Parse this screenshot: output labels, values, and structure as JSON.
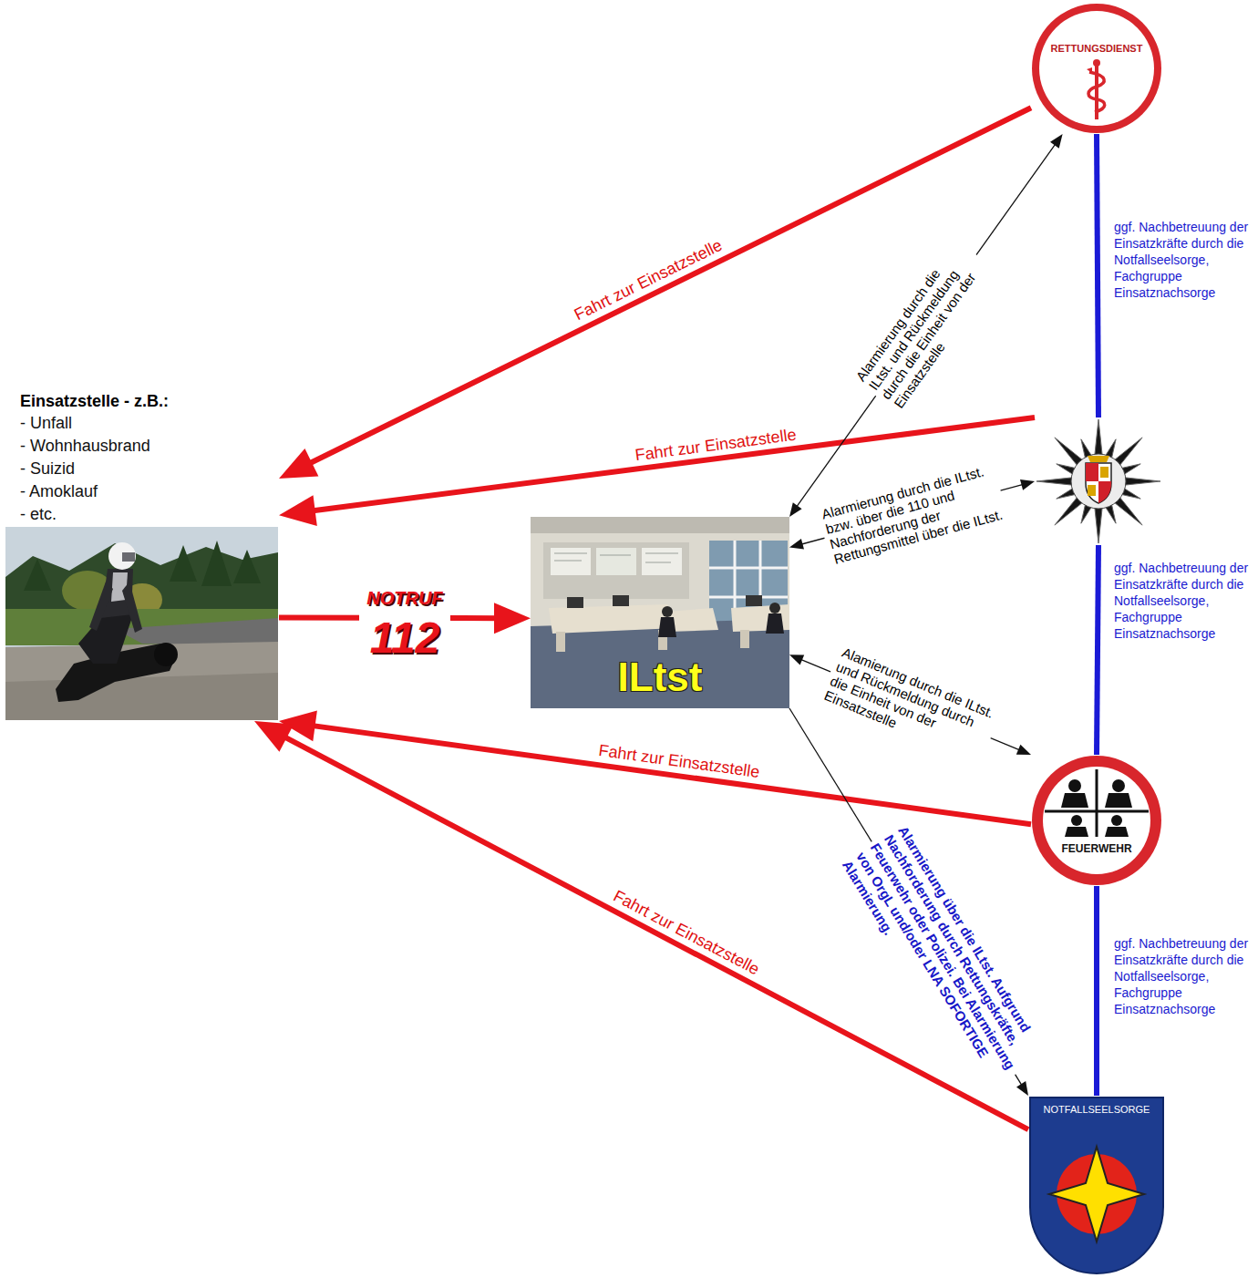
{
  "diagram": {
    "nodes": [
      {
        "text": [
          "Einsatzstelle - z.B.:",
          "- Unfall",
          "- Wohnhausbrand",
          "- Suizid",
          "- Amoklauf",
          "- etc."
        ]
      },
      {
        "text": [
          "ILtst"
        ]
      },
      {
        "text": [
          "RETTUNGSDIENST"
        ]
      },
      {
        "text": []
      },
      {
        "text": [
          "FEUERWEHR"
        ]
      },
      {
        "text": [
          "NOTFALLSEELSORGE"
        ]
      }
    ],
    "edges": [
      {
        "from": 0,
        "to": 1,
        "arrow": "to",
        "label": "NOTRUF 112"
      },
      {
        "from": 2,
        "to": 0,
        "arrow": "to",
        "label": "Fahrt zur Einsatzstelle"
      },
      {
        "from": 3,
        "to": 0,
        "arrow": "to",
        "label": "Fahrt zur Einsatzstelle"
      },
      {
        "from": 4,
        "to": 0,
        "arrow": "to",
        "label": "Fahrt zur Einsatzstelle"
      },
      {
        "from": 5,
        "to": 0,
        "arrow": "to",
        "label": "Fahrt zur Einsatzstelle"
      },
      {
        "from": 1,
        "to": 2,
        "arrow": "both",
        "label": "Alarmierung durch die ILtst. und Rückmeldung durch die Einheit von der Einsatzstelle"
      },
      {
        "from": 1,
        "to": 3,
        "arrow": "both",
        "label": "Alarmierung durch die ILtst. bzw. über die 110 und Nachforderung der Rettungsmittel über die ILtst."
      },
      {
        "from": 1,
        "to": 4,
        "arrow": "both",
        "label": "Alamierung durch die ILtst. und Rückmeldung durch die Einheit von der Einsatzstelle"
      },
      {
        "from": 1,
        "to": 5,
        "arrow": "to",
        "label": "Alarmierung über die ILtst. Aufgrund Nachforderung durch Rettungskräfte, Feuerwehr oder Polizei. Bei Alarmierung von OrgL und/oder LNA SOFORTIGE Alarmierung."
      },
      {
        "from": 2,
        "to": 3,
        "arrow": "none",
        "label": "ggf. Nachbetreuung der Einsatzkräfte durch die Notfallseelsorge, Fachgruppe Einsatznachsorge"
      },
      {
        "from": 3,
        "to": 4,
        "arrow": "none",
        "label": "ggf. Nachbetreuung der Einsatzkräfte durch die Notfallseelsorge, Fachgruppe Einsatznachsorge"
      },
      {
        "from": 4,
        "to": 5,
        "arrow": "none",
        "label": "ggf. Nachbetreuung der Einsatzkräfte durch die Notfallseelsorge, Fachgruppe Einsatznachsorge"
      }
    ]
  }
}
